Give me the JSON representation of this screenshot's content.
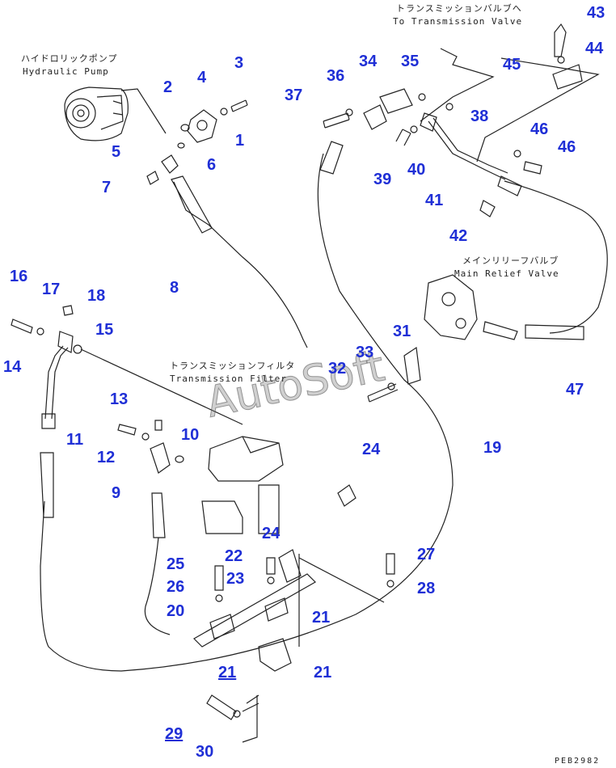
{
  "captions": {
    "hydraulic_pump_jp": "ハイドロリックポンプ",
    "hydraulic_pump_en": "Hydraulic Pump",
    "transmission_valve_jp": "トランスミッションバルブへ",
    "transmission_valve_en": "To Transmission Valve",
    "main_relief_jp": "メインリリーフバルブ",
    "main_relief_en": "Main Relief Valve",
    "transmission_filter_jp": "トランスミッションフィルタ",
    "transmission_filter_en": "Transmission Filter"
  },
  "watermark": "AutoSoft",
  "drawing_code": "PEB2982",
  "callouts": [
    "1",
    "2",
    "3",
    "4",
    "5",
    "6",
    "7",
    "8",
    "9",
    "10",
    "11",
    "12",
    "13",
    "14",
    "15",
    "16",
    "17",
    "18",
    "19",
    "20",
    "21",
    "21",
    "21",
    "22",
    "23",
    "24",
    "24",
    "25",
    "26",
    "27",
    "28",
    "29",
    "30",
    "31",
    "32",
    "33",
    "34",
    "35",
    "36",
    "37",
    "38",
    "39",
    "40",
    "41",
    "42",
    "43",
    "44",
    "45",
    "46",
    "46",
    "47"
  ],
  "colors": {
    "callout": "#1f2fd6",
    "line": "#222222"
  }
}
